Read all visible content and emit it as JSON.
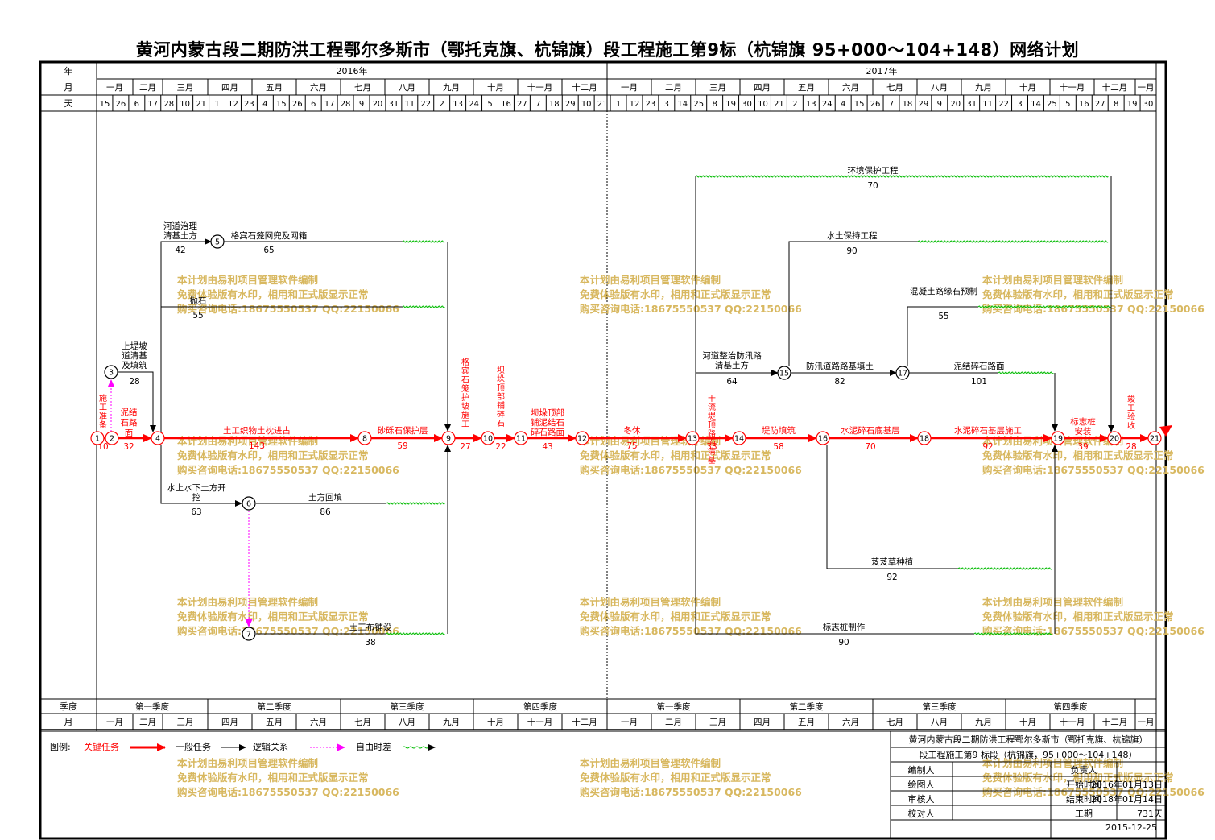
{
  "title": "黄河内蒙古段二期防洪工程鄂尔多斯市（鄂托克旗、杭锦旗）段工程施工第9标（杭锦旗 95+000～104+148）网络计划",
  "header": {
    "row_labels": {
      "year": "年",
      "month": "月",
      "day": "天",
      "quarter": "季度",
      "month_bottom": "月"
    },
    "years": [
      "2016年",
      "2017年"
    ],
    "months": [
      "一月",
      "二月",
      "三月",
      "四月",
      "五月",
      "六月",
      "七月",
      "八月",
      "九月",
      "十月",
      "十一月",
      "十二月",
      "一月",
      "二月",
      "三月",
      "四月",
      "五月",
      "六月",
      "七月",
      "八月",
      "九月",
      "十月",
      "十一月",
      "十二月",
      "一月"
    ],
    "days": [
      "15",
      "26",
      "6",
      "17",
      "28",
      "10",
      "21",
      "1",
      "12",
      "23",
      "4",
      "15",
      "26",
      "6",
      "17",
      "28",
      "9",
      "20",
      "31",
      "11",
      "22",
      "2",
      "13",
      "24",
      "5",
      "16",
      "27",
      "7",
      "18",
      "29",
      "10",
      "21",
      "1",
      "12",
      "23",
      "3",
      "14",
      "25",
      "8",
      "19",
      "30",
      "10",
      "21",
      "2",
      "13",
      "24",
      "4",
      "15",
      "26",
      "7",
      "18",
      "29",
      "9",
      "20",
      "31",
      "11",
      "22",
      "3",
      "14",
      "25",
      "5",
      "16",
      "27",
      "8",
      "19",
      "30"
    ],
    "quarters": [
      "第一季度",
      "第二季度",
      "第三季度",
      "第四季度",
      "第一季度",
      "第二季度",
      "第三季度",
      "第四季度"
    ]
  },
  "nodes": [
    {
      "id": "1",
      "color": "red"
    },
    {
      "id": "2",
      "color": "red"
    },
    {
      "id": "3",
      "color": "black"
    },
    {
      "id": "4",
      "color": "red"
    },
    {
      "id": "5",
      "color": "black"
    },
    {
      "id": "6",
      "color": "black"
    },
    {
      "id": "7",
      "color": "black"
    },
    {
      "id": "8",
      "color": "red"
    },
    {
      "id": "9",
      "color": "red"
    },
    {
      "id": "10",
      "color": "red"
    },
    {
      "id": "11",
      "color": "red"
    },
    {
      "id": "12",
      "color": "red"
    },
    {
      "id": "13",
      "color": "red"
    },
    {
      "id": "14",
      "color": "red"
    },
    {
      "id": "15",
      "color": "black"
    },
    {
      "id": "16",
      "color": "red"
    },
    {
      "id": "17",
      "color": "black"
    },
    {
      "id": "18",
      "color": "red"
    },
    {
      "id": "19",
      "color": "red"
    },
    {
      "id": "20",
      "color": "red"
    },
    {
      "id": "21",
      "color": "red"
    }
  ],
  "tasks": [
    {
      "name": "施工准备",
      "duration": "10",
      "critical": true
    },
    {
      "name": "泥结石路面",
      "duration": "32",
      "critical": true
    },
    {
      "name": "上堤坡道清基及填筑",
      "duration": "28",
      "critical": false
    },
    {
      "name": "河道治理清基土方",
      "duration": "42",
      "critical": false
    },
    {
      "name": "格宾石笼网兜及网箱",
      "duration": "65",
      "critical": false
    },
    {
      "name": "抛石",
      "duration": "55",
      "critical": false
    },
    {
      "name": "土工织物土枕进占",
      "duration": "143",
      "critical": true
    },
    {
      "name": "砂砾石保护层",
      "duration": "59",
      "critical": true
    },
    {
      "name": "水上水下土方开挖",
      "duration": "63",
      "critical": false
    },
    {
      "name": "土方回填",
      "duration": "86",
      "critical": false
    },
    {
      "name": "土工布铺设",
      "duration": "38",
      "critical": false
    },
    {
      "name": "格宾石笼护坡施工",
      "duration": "27",
      "critical": true
    },
    {
      "name": "坝垛顶部铺碎石",
      "duration": "22",
      "critical": true
    },
    {
      "name": "坝垛顶部铺泥结石碎石路面",
      "duration": "43",
      "critical": true
    },
    {
      "name": "冬休",
      "duration": "75",
      "critical": true
    },
    {
      "name": "环境保护工程",
      "duration": "70",
      "critical": false
    },
    {
      "name": "水土保持工程",
      "duration": "90",
      "critical": false
    },
    {
      "name": "混凝土路缘石预制",
      "duration": "55",
      "critical": false
    },
    {
      "name": "河道整治防汛路清基土方",
      "duration": "64",
      "critical": false
    },
    {
      "name": "防汛道路路基填土",
      "duration": "82",
      "critical": false
    },
    {
      "name": "泥结碎石路面",
      "duration": "101",
      "critical": false
    },
    {
      "name": "干流堤顶路面清基",
      "duration": "33",
      "critical": true
    },
    {
      "name": "堤防填筑",
      "duration": "58",
      "critical": true
    },
    {
      "name": "水泥碎石底基层",
      "duration": "70",
      "critical": true
    },
    {
      "name": "水泥碎石基层施工",
      "duration": "92",
      "critical": true
    },
    {
      "name": "标志桩安装",
      "duration": "39",
      "critical": true
    },
    {
      "name": "竣工验收",
      "duration": "28",
      "critical": true
    },
    {
      "name": "芨芨草种植",
      "duration": "92",
      "critical": false
    },
    {
      "name": "标志桩制作",
      "duration": "90",
      "critical": false
    }
  ],
  "watermark": {
    "line1": "本计划由易利项目管理软件编制",
    "line2": "免费体验版有水印，相用和正式版显示正常",
    "line3": "购买咨询电话:18675550537 QQ:22150066"
  },
  "legend": {
    "label": "图例:",
    "critical": "关键任务",
    "normal": "一般任务",
    "logic": "逻辑关系",
    "float": "自由时差"
  },
  "info_box": {
    "project_line1": "黄河内蒙古段二期防洪工程鄂尔多斯市（鄂托克旗、杭锦旗）",
    "project_line2": "段工程施工第9 标段（杭锦旗，95+000～104+148）",
    "editor_label": "编制人",
    "drawer_label": "绘图人",
    "reviewer_label": "审核人",
    "checker_label": "校对人",
    "manager_label": "负责人",
    "start_label": "开始时间",
    "start_value": "2016年01月13日",
    "end_label": "结束时间",
    "end_value": "2018年01月14日",
    "duration_label": "工期",
    "duration_value": "731天",
    "date": "2015-12-25"
  },
  "colors": {
    "critical": "#ff0000",
    "float": "#00bb00",
    "logic": "#cc00cc",
    "watermark": "#d8b860",
    "text": "#000000"
  }
}
